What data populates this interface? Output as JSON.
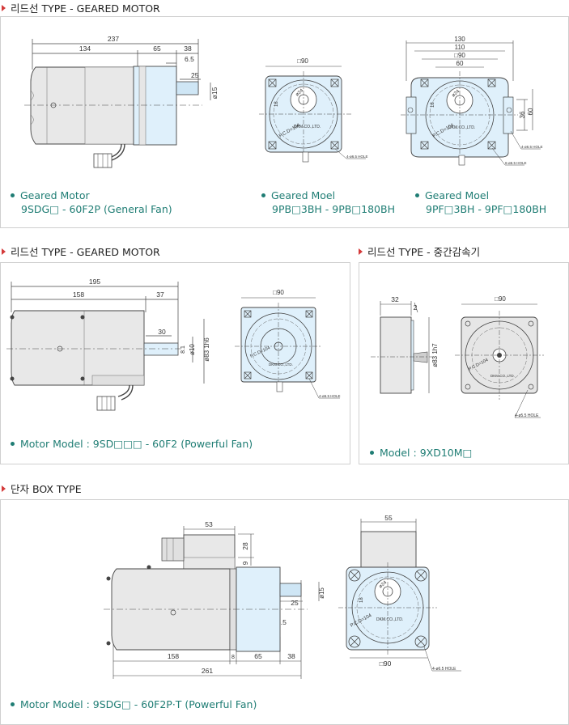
{
  "sections": [
    {
      "title": "리드선 TYPE - GEARED MOTOR"
    },
    {
      "title": "리드선 TYPE - GEARED MOTOR"
    },
    {
      "title": "리드선 TYPE - 중간감속기"
    },
    {
      "title": "단자 BOX TYPE"
    }
  ],
  "captions": {
    "c1": {
      "line1": "Geared Motor",
      "line2": "9SDG□ - 60F2P (General Fan)"
    },
    "c2": {
      "line1": "Geared Moel",
      "line2": "9PB□3BH - 9PB□180BH"
    },
    "c3": {
      "line1": "Geared Moel",
      "line2": "9PF□3BH - 9PF□180BH"
    },
    "c4": {
      "line1": "Motor Model : 9SD□□□ - 60F2 (Powerful Fan)"
    },
    "c5": {
      "line1": "Model : 9XD10M□"
    },
    "c6": {
      "line1": "Motor Model : 9SDG□ - 60F2P·T (Powerful Fan)"
    }
  },
  "dims": {
    "d1": {
      "overall": "237",
      "body": "134",
      "gear": "65",
      "shaft": "38",
      "flange": "6.5",
      "key": "25",
      "dia": "ø15"
    },
    "d2": {
      "square": "□90",
      "pcd": "P.C.D=104",
      "key": "18",
      "center": "ø24",
      "hole": "4-ø6.5 HOLE",
      "brand": "DKM.CO.,LTD."
    },
    "d3": {
      "w1": "130",
      "w2": "110",
      "w3": "□90",
      "w4": "60",
      "h1": "36",
      "h2": "60",
      "pcd": "P.C.D=104",
      "key": "18",
      "center": "ø24",
      "hole1": "4-ø6.5 HOLE",
      "hole2": "6-ø6.5 HOLE",
      "brand": "DKM.CO.,LTD."
    },
    "d4": {
      "overall": "195",
      "body": "158",
      "shaft": "37",
      "key": "30",
      "dia": "ø10",
      "dia2": "ø83 1h6",
      "flange": "8.1"
    },
    "d5": {
      "square": "□90",
      "pcd": "P.C.D=104",
      "hole": "4-ø6.5 HOLE",
      "brand": "DKM.CO.,LTD."
    },
    "d6": {
      "width": "32",
      "gap": "2",
      "dia": "ø83 1h7"
    },
    "d7": {
      "square": "□90",
      "pcd": "P.C.D=104",
      "hole": "4-ø5.5 HOLE",
      "brand": "DKM.CO.,LTD."
    },
    "d8": {
      "box": "53",
      "boxh": "28",
      "gap": "9",
      "key": "25",
      "dia": "ø15",
      "flange": "6.5",
      "body": "158",
      "f": "8",
      "gear": "65",
      "shaft": "38",
      "overall": "261"
    },
    "d9": {
      "box": "55",
      "square": "□90",
      "pcd": "P.C.D=104",
      "key": "18",
      "center": "ø24",
      "hole": "4-ø6.5 HOLE",
      "brand": "DKM.CO.,LTD."
    }
  },
  "colors": {
    "accent": "#1f7d74",
    "arrow": "#d43a3a",
    "gear_fill": "#dff0fb",
    "motor_fill": "#e8e8e8"
  }
}
